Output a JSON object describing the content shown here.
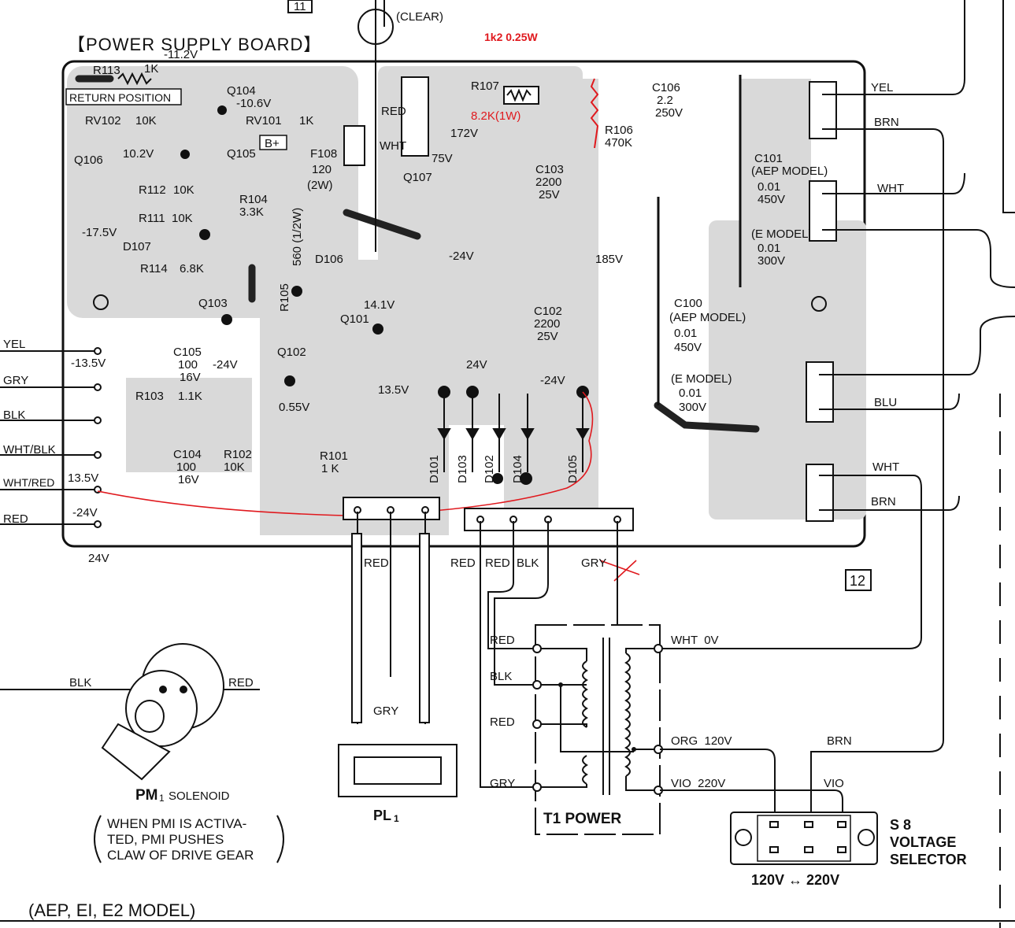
{
  "board": {
    "title": "【POWER SUPPLY BOARD】",
    "return_position": "RETURN POSITION",
    "clear": "(CLEAR)",
    "annotation_red": "1k2 0.25W",
    "board_num_top": "11",
    "board_num_12": "12",
    "model_note": "(AEP, EI, E2 MODEL)"
  },
  "components": {
    "r113": "R113",
    "r113_val": "1K",
    "v_m11_2": "-11.2V",
    "q104": "Q104",
    "v_m10_6": "-10.6V",
    "rv102": "RV102",
    "rv102_val": "10K",
    "rv101": "RV101",
    "rv101_val": "1K",
    "bplus": "B+",
    "q106": "Q106",
    "v_10_2": "10.2V",
    "q105": "Q105",
    "r112": "R112",
    "r112_val": "10K",
    "r111": "R111",
    "r111_val": "10K",
    "v_m17_5": "-17.5V",
    "d107": "D107",
    "r114": "R114",
    "r114_val": "6.8K",
    "r104": "R104",
    "r104_val": "3.3K",
    "f108": "F108",
    "f108_val": "120",
    "f108_w": "(2W)",
    "r105": "R105",
    "r105_val": "560 (1/2W)",
    "d106": "D106",
    "q103": "Q103",
    "c105": "C105",
    "c105_val": "100",
    "c105_v": "16V",
    "v_m24_c105": "-24V",
    "r103": "R103",
    "r103_val": "1.1K",
    "c104": "C104",
    "c104_val": "100",
    "c104_v": "16V",
    "r102": "R102",
    "r102_val": "10K",
    "q102": "Q102",
    "v_0_55": "0.55V",
    "q101": "Q101",
    "v_14_1": "14.1V",
    "v_13_5b": "13.5V",
    "r101": "R101",
    "r101_val": "1 K",
    "red": "RED",
    "wht": "WHT",
    "v_172": "172V",
    "v_75": "75V",
    "r107": "R107",
    "r107_val": "8.2K(1W)",
    "q107": "Q107",
    "c103": "C103",
    "c103_val": "2200",
    "c103_v": "25V",
    "v_m24_mid": "-24V",
    "v_185": "185V",
    "c102": "C102",
    "c102_val": "2200",
    "c102_v": "25V",
    "v_24_d": "24V",
    "v_m24_d": "-24V",
    "d101": "D101",
    "d103": "D103",
    "d102": "D102",
    "d104": "D104",
    "d105": "D105",
    "c106": "C106",
    "c106_val": "2.2",
    "c106_v": "250V",
    "r106": "R106",
    "r106_val": "470K",
    "c101": "C101",
    "c101_model": "(AEP MODEL)",
    "c101_val": "0.01",
    "c101_v": "450V",
    "c101e_model": "(E MODEL)",
    "c101e_val": "0.01",
    "c101e_v": "300V",
    "c100": "C100",
    "c100_model": "(AEP MODEL)",
    "c100_val": "0.01",
    "c100_v": "450V",
    "c100e_model": "(E MODEL)",
    "c100e_val": "0.01",
    "c100e_v": "300V"
  },
  "left_wires": [
    {
      "color": "YEL",
      "volt": "-13.5V"
    },
    {
      "color": "GRY",
      "volt": ""
    },
    {
      "color": "BLK",
      "volt": ""
    },
    {
      "color": "WHT/BLK",
      "volt": ""
    },
    {
      "color": "WHT/RED",
      "volt": "13.5V"
    },
    {
      "color": "RED",
      "volt": "-24V"
    }
  ],
  "bottom_volt": "24V",
  "right_wires": {
    "yel": "YEL",
    "brn": "BRN",
    "wht": "WHT",
    "blu": "BLU",
    "wht2": "WHT",
    "brn2": "BRN"
  },
  "bottom_wires": {
    "red1": "RED",
    "red2": "RED",
    "red3": "RED",
    "blk": "BLK",
    "gry": "GRY"
  },
  "transformer": {
    "title": "T1 POWER",
    "pri_red": "RED",
    "pri_blk": "BLK",
    "pri_red2": "RED",
    "pri_gry": "GRY",
    "sec_wht": "WHT  0V",
    "sec_org": "ORG  120V",
    "sec_vio": "VIO  220V"
  },
  "solenoid": {
    "blk": "BLK",
    "red": "RED",
    "name": "PM",
    "name_sub": "1",
    "name_suffix": "SOLENOID",
    "note1": "WHEN PMI IS ACTIVA-",
    "note2": "TED, PMI PUSHES",
    "note3": "CLAW OF DRIVE GEAR"
  },
  "pl1": {
    "gry": "GRY",
    "name": "PL",
    "name_sub": "1"
  },
  "selector": {
    "brn": "BRN",
    "vio": "VIO",
    "name1": "S 8",
    "name2": "VOLTAGE",
    "name3": "SELECTOR",
    "range": "120V ↔ 220V"
  }
}
